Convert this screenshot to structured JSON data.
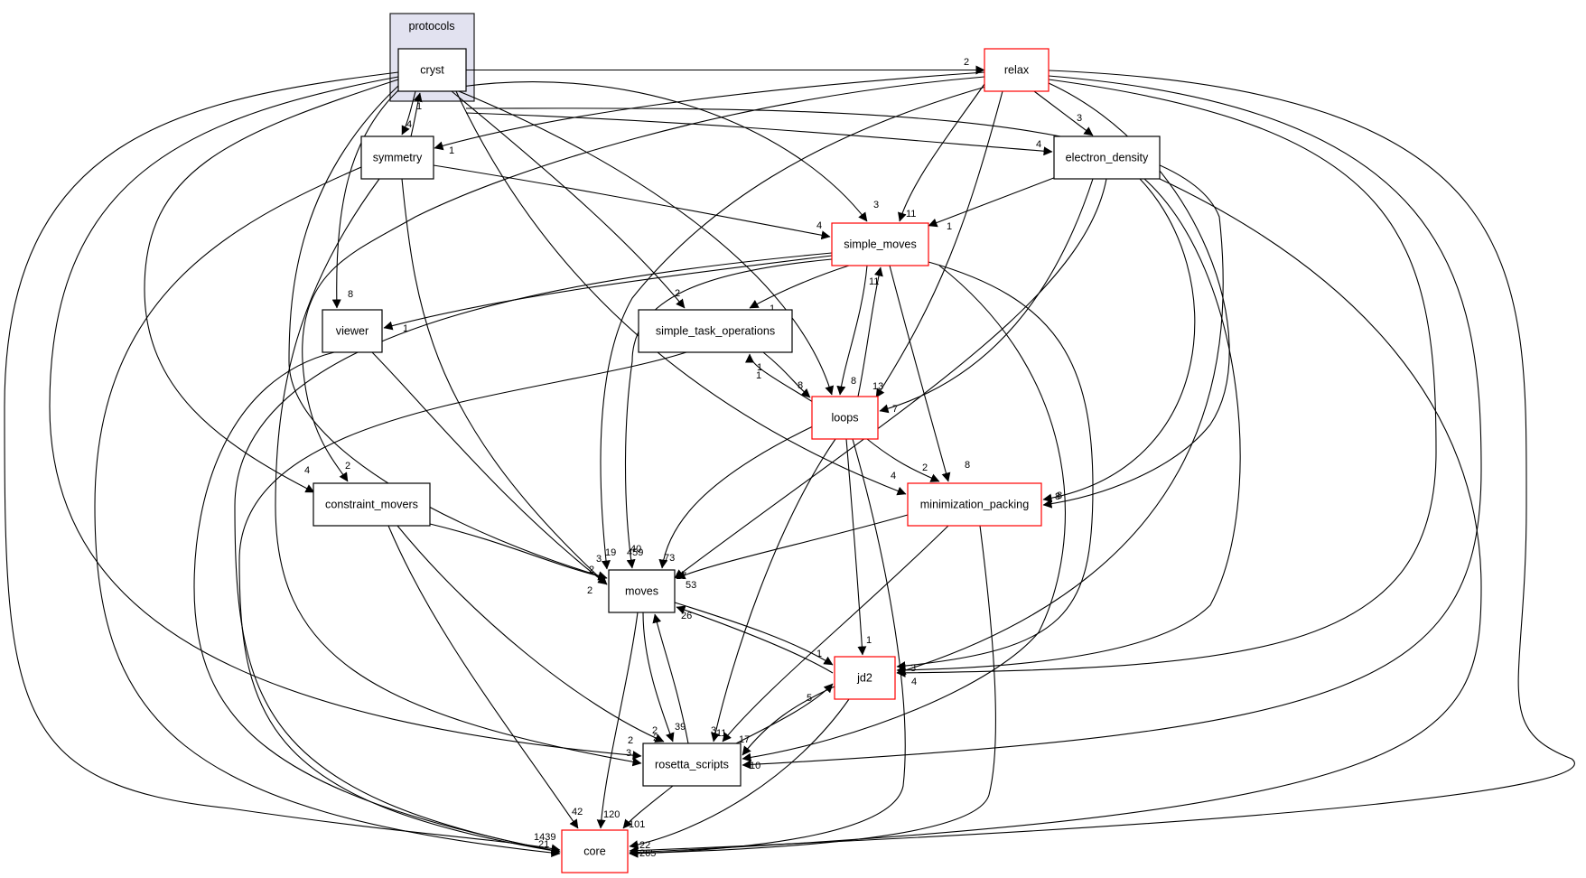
{
  "colors": {
    "cluster_fill": "#e2e2f0",
    "cluster_stroke": "#1c1c1c",
    "cryst_fill": "#ebebf8",
    "node_stroke_normal": "#000000",
    "node_stroke_incomplete": "#ff0000",
    "edge": "#000000"
  },
  "cluster": {
    "label": "protocols"
  },
  "nodes": {
    "cryst": {
      "label": "cryst",
      "style": "selected"
    },
    "relax": {
      "label": "relax",
      "style": "red"
    },
    "symmetry": {
      "label": "symmetry",
      "style": "normal"
    },
    "electron_density": {
      "label": "electron_density",
      "style": "normal"
    },
    "simple_moves": {
      "label": "simple_moves",
      "style": "red"
    },
    "viewer": {
      "label": "viewer",
      "style": "normal"
    },
    "simple_task_operations": {
      "label": "simple_task_operations",
      "style": "normal"
    },
    "loops": {
      "label": "loops",
      "style": "red"
    },
    "constraint_movers": {
      "label": "constraint_movers",
      "style": "normal"
    },
    "minimization_packing": {
      "label": "minimization_packing",
      "style": "red"
    },
    "moves": {
      "label": "moves",
      "style": "normal"
    },
    "jd2": {
      "label": "jd2",
      "style": "red"
    },
    "rosetta_scripts": {
      "label": "rosetta_scripts",
      "style": "normal"
    },
    "core": {
      "label": "core",
      "style": "red"
    }
  },
  "edges": [
    {
      "from": "cryst",
      "to": "relax",
      "label": "2"
    },
    {
      "from": "cryst",
      "to": "symmetry",
      "label": "4"
    },
    {
      "from": "symmetry",
      "to": "cryst",
      "label": "1"
    },
    {
      "from": "cryst",
      "to": "electron_density",
      "label": "4"
    },
    {
      "from": "cryst",
      "to": "simple_moves",
      "label": "3"
    },
    {
      "from": "cryst",
      "to": "viewer",
      "label": "8"
    },
    {
      "from": "cryst",
      "to": "simple_task_operations",
      "label": "2"
    },
    {
      "from": "cryst",
      "to": "loops",
      "label": ""
    },
    {
      "from": "cryst",
      "to": "constraint_movers",
      "label": "4"
    },
    {
      "from": "cryst",
      "to": "minimization_packing",
      "label": "4"
    },
    {
      "from": "cryst",
      "to": "moves",
      "label": "19"
    },
    {
      "from": "cryst",
      "to": "jd2",
      "label": ""
    },
    {
      "from": "cryst",
      "to": "rosetta_scripts",
      "label": "3"
    },
    {
      "from": "cryst",
      "to": "core",
      "label": ""
    },
    {
      "from": "relax",
      "to": "symmetry",
      "label": "1"
    },
    {
      "from": "relax",
      "to": "electron_density",
      "label": "3"
    },
    {
      "from": "relax",
      "to": "simple_moves",
      "label": "11"
    },
    {
      "from": "relax",
      "to": "loops",
      "label": "13"
    },
    {
      "from": "relax",
      "to": "minimization_packing",
      "label": "8"
    },
    {
      "from": "relax",
      "to": "constraint_movers",
      "label": "2"
    },
    {
      "from": "relax",
      "to": "moves",
      "label": ""
    },
    {
      "from": "relax",
      "to": "jd2",
      "label": ""
    },
    {
      "from": "relax",
      "to": "rosetta_scripts",
      "label": ""
    },
    {
      "from": "relax",
      "to": "core",
      "label": ""
    },
    {
      "from": "symmetry",
      "to": "simple_moves",
      "label": "4"
    },
    {
      "from": "symmetry",
      "to": "moves",
      "label": "3"
    },
    {
      "from": "symmetry",
      "to": "rosetta_scripts",
      "label": "2"
    },
    {
      "from": "symmetry",
      "to": "core",
      "label": ""
    },
    {
      "from": "electron_density",
      "to": "simple_moves",
      "label": "1"
    },
    {
      "from": "electron_density",
      "to": "loops",
      "label": "7"
    },
    {
      "from": "electron_density",
      "to": "moves",
      "label": ""
    },
    {
      "from": "electron_density",
      "to": "minimization_packing",
      "label": ""
    },
    {
      "from": "electron_density",
      "to": "jd2",
      "label": ""
    },
    {
      "from": "electron_density",
      "to": "core",
      "label": ""
    },
    {
      "from": "simple_moves",
      "to": "viewer",
      "label": "1"
    },
    {
      "from": "simple_moves",
      "to": "simple_task_operations",
      "label": "1"
    },
    {
      "from": "simple_moves",
      "to": "loops",
      "label": "8"
    },
    {
      "from": "loops",
      "to": "simple_moves",
      "label": "11"
    },
    {
      "from": "simple_moves",
      "to": "minimization_packing",
      "label": "8"
    },
    {
      "from": "simple_moves",
      "to": "moves",
      "label": "459"
    },
    {
      "from": "simple_moves",
      "to": "jd2",
      "label": ""
    },
    {
      "from": "simple_moves",
      "to": "rosetta_scripts",
      "label": ""
    },
    {
      "from": "simple_moves",
      "to": "core",
      "label": ""
    },
    {
      "from": "viewer",
      "to": "moves",
      "label": ""
    },
    {
      "from": "viewer",
      "to": "core",
      "label": ""
    },
    {
      "from": "simple_task_operations",
      "to": "loops",
      "label": "8"
    },
    {
      "from": "loops",
      "to": "simple_task_operations",
      "label": "1"
    },
    {
      "from": "simple_task_operations",
      "to": "core",
      "label": ""
    },
    {
      "from": "loops",
      "to": "minimization_packing",
      "label": "2"
    },
    {
      "from": "loops",
      "to": "moves",
      "label": "73"
    },
    {
      "from": "loops",
      "to": "jd2",
      "label": "1"
    },
    {
      "from": "loops",
      "to": "rosetta_scripts",
      "label": "3"
    },
    {
      "from": "loops",
      "to": "core",
      "label": ""
    },
    {
      "from": "constraint_movers",
      "to": "moves",
      "label": "2"
    },
    {
      "from": "constraint_movers",
      "to": "rosetta_scripts",
      "label": "2"
    },
    {
      "from": "constraint_movers",
      "to": "core",
      "label": "42"
    },
    {
      "from": "minimization_packing",
      "to": "moves",
      "label": "17"
    },
    {
      "from": "minimization_packing",
      "to": "rosetta_scripts",
      "label": ""
    },
    {
      "from": "minimization_packing",
      "to": "core",
      "label": ""
    },
    {
      "from": "moves",
      "to": "jd2",
      "label": "1"
    },
    {
      "from": "jd2",
      "to": "moves",
      "label": "26"
    },
    {
      "from": "moves",
      "to": "rosetta_scripts",
      "label": "2"
    },
    {
      "from": "rosetta_scripts",
      "to": "moves",
      "label": "39"
    },
    {
      "from": "moves",
      "to": "core",
      "label": "120"
    },
    {
      "from": "jd2",
      "to": "rosetta_scripts",
      "label": "17"
    },
    {
      "from": "rosetta_scripts",
      "to": "jd2",
      "label": "5"
    },
    {
      "from": "jd2",
      "to": "core",
      "label": ""
    },
    {
      "from": "rosetta_scripts",
      "to": "core",
      "label": "101"
    }
  ],
  "extra_labels": [
    "53",
    "10",
    "11",
    "22",
    "2",
    "1",
    "4",
    "3",
    "8",
    "40",
    "1439",
    "265",
    "21"
  ]
}
